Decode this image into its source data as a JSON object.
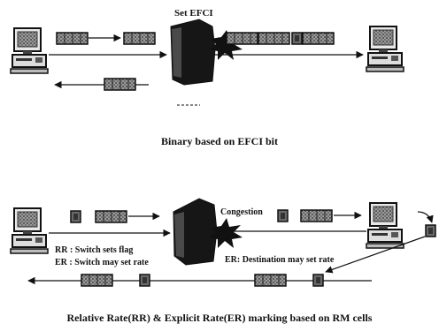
{
  "diagram1": {
    "label": "Set EFCI",
    "caption": "Binary based on EFCI bit"
  },
  "diagram2": {
    "congestion_label": "Congestion",
    "rr_note": "RR : Switch sets flag",
    "er_note": "ER : Switch may set rate",
    "destination_note": "ER: Destination may set rate",
    "caption": "Relative Rate(RR) & Explicit Rate(ER) marking based on RM cells"
  },
  "colors": {
    "ink": "#111111",
    "cell_fill": "#8a8a8a",
    "switch_fill": "#161616"
  },
  "icons": [
    "computer-icon",
    "switch-icon",
    "congestion-burst-icon",
    "data-cell-icon",
    "rm-cell-icon"
  ]
}
